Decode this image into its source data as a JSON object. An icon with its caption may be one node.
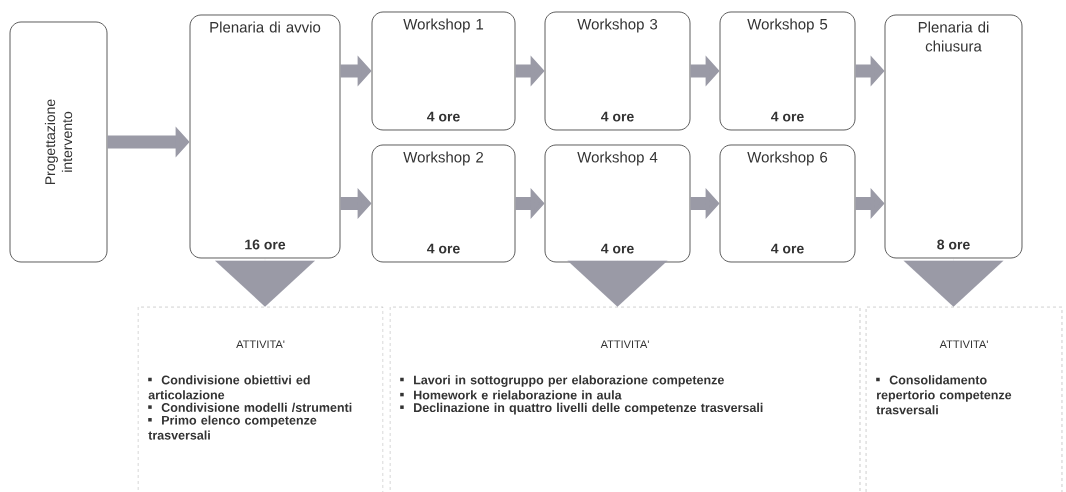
{
  "diagram": {
    "nodes": [
      {
        "text": [
          "Progettazione intervento"
        ]
      },
      {
        "text": [
          "Plenaria di avvio",
          "16 ore"
        ]
      },
      {
        "text": [
          "Workshop 1",
          "4 ore"
        ]
      },
      {
        "text": [
          "Workshop 3",
          "4 ore"
        ]
      },
      {
        "text": [
          "Workshop 5",
          "4 ore"
        ]
      },
      {
        "text": [
          "Workshop 2",
          "4 ore"
        ]
      },
      {
        "text": [
          "Workshop 4",
          "4 ore"
        ]
      },
      {
        "text": [
          "Workshop 6",
          "4 ore"
        ]
      },
      {
        "text": [
          "Plenaria di chiusura",
          "8 ore"
        ]
      },
      {
        "text": [
          "ATTIVITA'",
          "Condivisione obiettivi ed articolazione",
          "Condivisione modelli /strumenti",
          "Primo elenco competenze trasversali"
        ]
      },
      {
        "text": [
          "ATTIVITA'",
          "Lavori in sottogruppo per elaborazione competenze",
          "Homework e rielaborazione in aula",
          "Declinazione in quattro livelli delle competenze trasversali"
        ]
      },
      {
        "text": [
          "ATTIVITA'",
          "Consolidamento repertorio competenze trasversali"
        ]
      }
    ],
    "edges": [
      {
        "from": 0,
        "to": 1,
        "arrow": "to"
      },
      {
        "from": 1,
        "to": 2,
        "arrow": "to"
      },
      {
        "from": 1,
        "to": 5,
        "arrow": "to"
      },
      {
        "from": 2,
        "to": 3,
        "arrow": "to"
      },
      {
        "from": 3,
        "to": 4,
        "arrow": "to"
      },
      {
        "from": 5,
        "to": 6,
        "arrow": "to"
      },
      {
        "from": 6,
        "to": 7,
        "arrow": "to"
      },
      {
        "from": 4,
        "to": 8,
        "arrow": "to"
      },
      {
        "from": 7,
        "to": 8,
        "arrow": "to"
      },
      {
        "from": 1,
        "to": 9,
        "arrow": "to"
      },
      {
        "from": 6,
        "to": 10,
        "arrow": "to"
      },
      {
        "from": 8,
        "to": 11,
        "arrow": "to"
      }
    ]
  }
}
